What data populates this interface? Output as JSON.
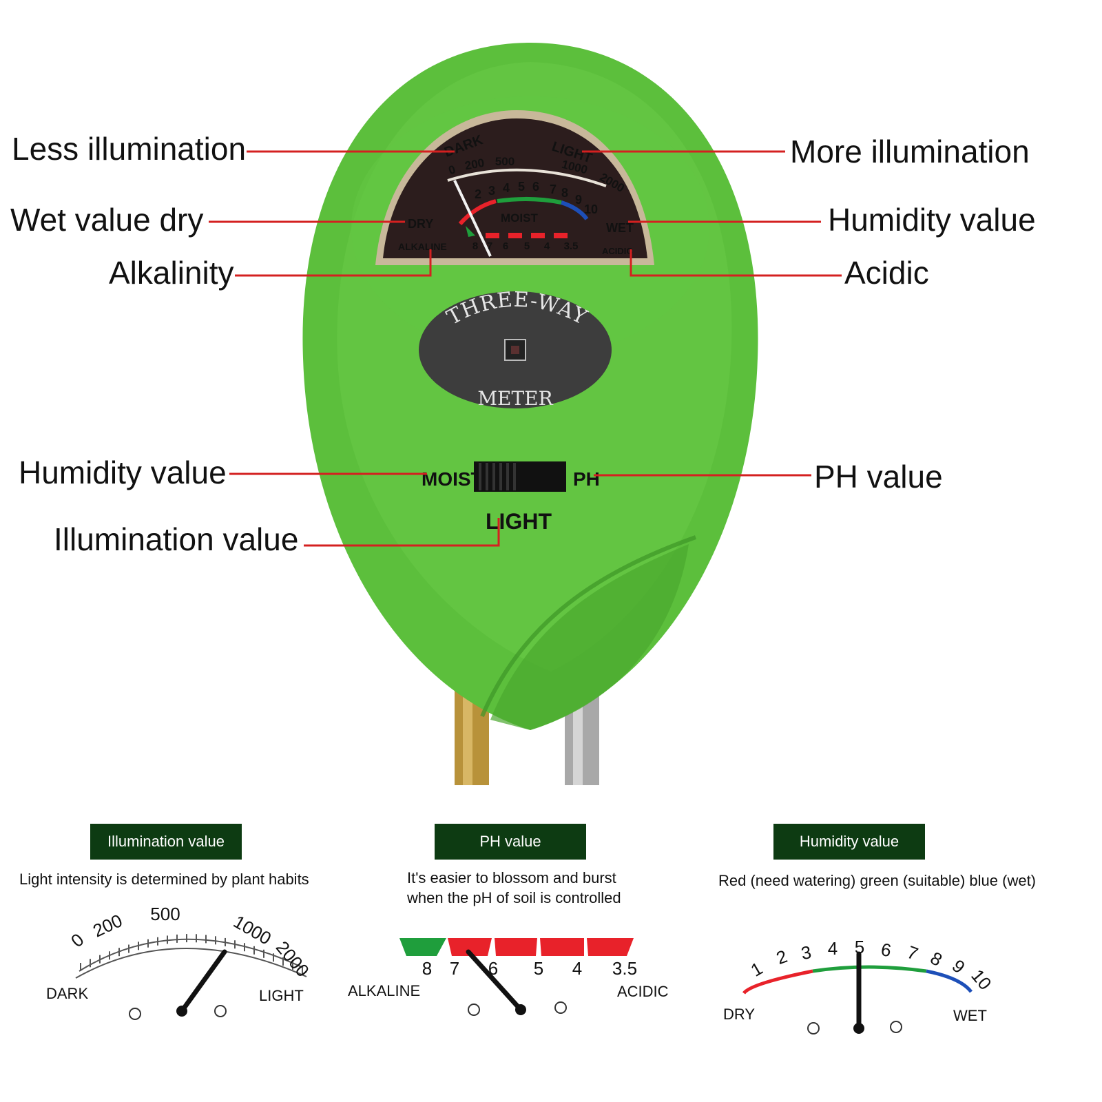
{
  "callouts": {
    "less_illumination": "Less illumination",
    "more_illumination": "More illumination",
    "wet_value_dry": "Wet value dry",
    "humidity_value_right": "Humidity value",
    "alkalinity": "Alkalinity",
    "acidic": "Acidic",
    "humidity_value_left": "Humidity value",
    "ph_value": "PH value",
    "illumination_value": "Illumination value"
  },
  "device": {
    "body_color": "#5cbf3c",
    "dial": {
      "dark": "DARK",
      "light": "LIGHT",
      "lux_ticks": [
        "0",
        "200",
        "500",
        "1000",
        "2000"
      ],
      "moist_ticks": [
        "2",
        "3",
        "4",
        "5",
        "6",
        "7",
        "8",
        "9",
        "10"
      ],
      "dry": "DRY",
      "moist": "MOIST",
      "wet": "WET",
      "alkaline": "ALKALINE",
      "acidic": "ACIDIC",
      "ph_ticks": [
        "8",
        "7",
        "6",
        "5",
        "4",
        "3.5"
      ]
    },
    "badge_top": "THREE-WAY",
    "badge_bottom": "METER",
    "switch_left": "MOIST",
    "switch_right": "PH",
    "switch_bottom": "LIGHT"
  },
  "panels": {
    "illumination": {
      "title": "Illumination value",
      "description": "Light intensity is determined by plant habits",
      "ticks": [
        "0",
        "200",
        "500",
        "1000",
        "2000"
      ],
      "left_label": "DARK",
      "right_label": "LIGHT"
    },
    "ph": {
      "title": "PH value",
      "description_line1": "It's easier to blossom and burst",
      "description_line2": "when the pH of soil is controlled",
      "ticks": [
        "8",
        "7",
        "6",
        "5",
        "4",
        "3.5"
      ],
      "left_label": "ALKALINE",
      "right_label": "ACIDIC"
    },
    "humidity": {
      "title": "Humidity value",
      "description": "Red (need watering) green (suitable) blue (wet)",
      "ticks": [
        "1",
        "2",
        "3",
        "4",
        "5",
        "6",
        "7",
        "8",
        "9",
        "10"
      ],
      "left_label": "DRY",
      "right_label": "WET"
    }
  },
  "colors": {
    "leader_line": "#d42020",
    "badge_bg": "#0d3b12",
    "red": "#e8222a",
    "green": "#1f9e3c",
    "blue": "#1d4fb8"
  }
}
